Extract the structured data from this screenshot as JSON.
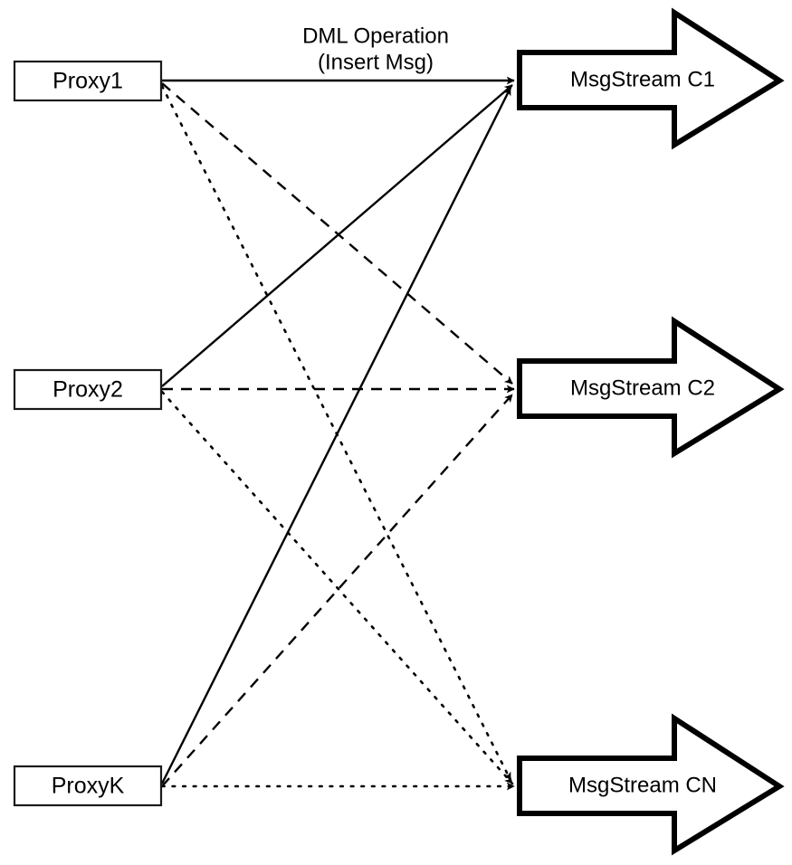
{
  "diagram": {
    "title": "DML Operation message routing from proxies to message streams",
    "background_color": "#ffffff",
    "stroke_color": "#000000",
    "box_fill_color": "#ffffff",
    "edge_label": {
      "line1": "DML Operation",
      "line2": "(Insert Msg)"
    },
    "proxies": [
      {
        "id": "proxy1",
        "label": "Proxy1"
      },
      {
        "id": "proxy2",
        "label": "Proxy2"
      },
      {
        "id": "proxyK",
        "label": "ProxyK"
      }
    ],
    "streams": [
      {
        "id": "stream-c1",
        "label": "MsgStream C1"
      },
      {
        "id": "stream-c2",
        "label": "MsgStream C2"
      },
      {
        "id": "stream-cn",
        "label": "MsgStream CN"
      }
    ],
    "links": [
      {
        "from": "proxy1",
        "to": "stream-c1",
        "style": "solid"
      },
      {
        "from": "proxy1",
        "to": "stream-c2",
        "style": "dashed"
      },
      {
        "from": "proxy1",
        "to": "stream-cn",
        "style": "dotted"
      },
      {
        "from": "proxy2",
        "to": "stream-c1",
        "style": "solid"
      },
      {
        "from": "proxy2",
        "to": "stream-c2",
        "style": "dashed"
      },
      {
        "from": "proxy2",
        "to": "stream-cn",
        "style": "dotted"
      },
      {
        "from": "proxyK",
        "to": "stream-c1",
        "style": "solid"
      },
      {
        "from": "proxyK",
        "to": "stream-c2",
        "style": "dashed"
      },
      {
        "from": "proxyK",
        "to": "stream-cn",
        "style": "dotted"
      }
    ]
  }
}
